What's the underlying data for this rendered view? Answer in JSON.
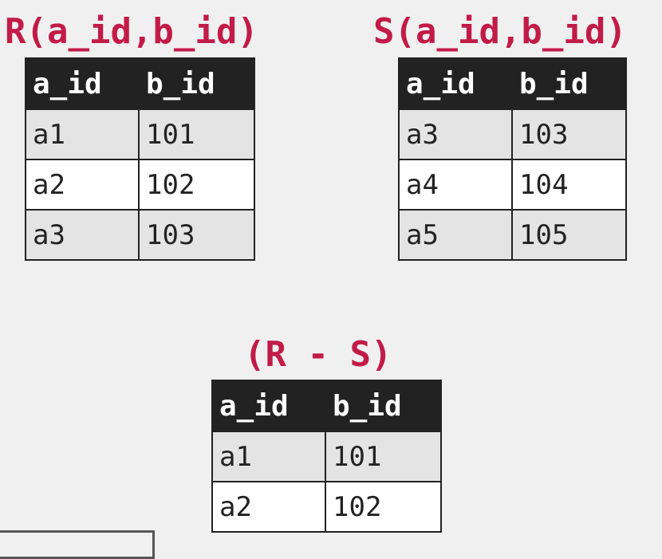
{
  "relations": {
    "r": {
      "title": "R(a_id,b_id)",
      "headers": [
        "a_id",
        "b_id"
      ],
      "rows": [
        [
          "a1",
          "101"
        ],
        [
          "a2",
          "102"
        ],
        [
          "a3",
          "103"
        ]
      ]
    },
    "s": {
      "title": "S(a_id,b_id)",
      "headers": [
        "a_id",
        "b_id"
      ],
      "rows": [
        [
          "a3",
          "103"
        ],
        [
          "a4",
          "104"
        ],
        [
          "a5",
          "105"
        ]
      ]
    },
    "diff": {
      "title": "(R - S)",
      "headers": [
        "a_id",
        "b_id"
      ],
      "rows": [
        [
          "a1",
          "101"
        ],
        [
          "a2",
          "102"
        ]
      ]
    }
  },
  "colors": {
    "title": "#c21b48",
    "header_bg": "#222222",
    "header_text": "#ffffff",
    "row_odd": "#e4e4e4",
    "row_even": "#ffffff",
    "background": "#f0f0f0"
  }
}
